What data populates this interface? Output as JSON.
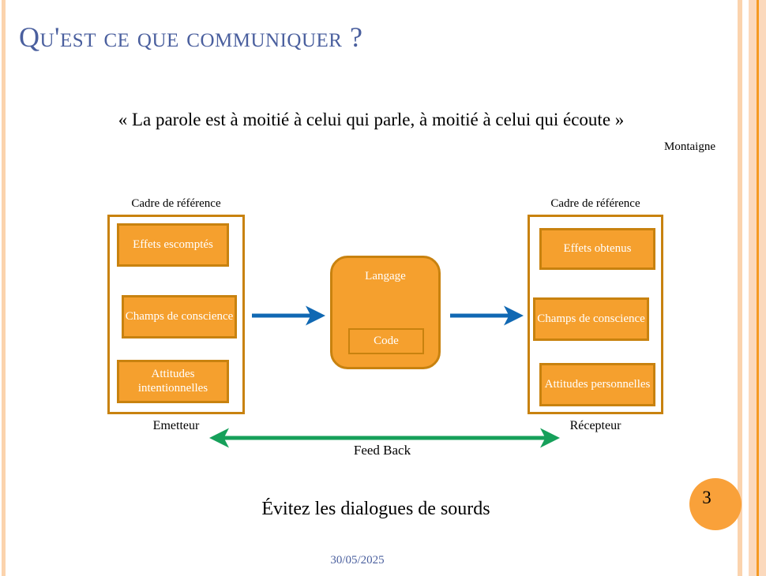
{
  "slide": {
    "title": "Qu'est ce que communiquer ?",
    "title_color": "#4a5f9e",
    "background": "#ffffff"
  },
  "quote": {
    "text": "« La parole est à moitié à celui qui parle, à moitié à celui qui écoute »",
    "author": "Montaigne"
  },
  "diagram": {
    "accent_fill": "#f5a02e",
    "accent_border": "#c8820f",
    "arrow_blue": "#1068b3",
    "arrow_green": "#16a05a",
    "sender": {
      "frame_label": "Cadre de référence",
      "role_label": "Emetteur",
      "boxes": [
        {
          "label": "Effets escomptés"
        },
        {
          "label": "Champs de conscience"
        },
        {
          "label": "Attitudes intentionnelles"
        }
      ]
    },
    "channel": {
      "title": "Langage",
      "inner_label": "Code"
    },
    "receiver": {
      "frame_label": "Cadre de référence",
      "role_label": "Récepteur",
      "boxes": [
        {
          "label": "Effets obtenus"
        },
        {
          "label": "Champs de conscience"
        },
        {
          "label": "Attitudes personnelles"
        }
      ]
    },
    "feedback_label": "Feed Back"
  },
  "footer": {
    "message": "Évitez les dialogues de sourds",
    "date": "30/05/2025",
    "page_number": "3"
  }
}
